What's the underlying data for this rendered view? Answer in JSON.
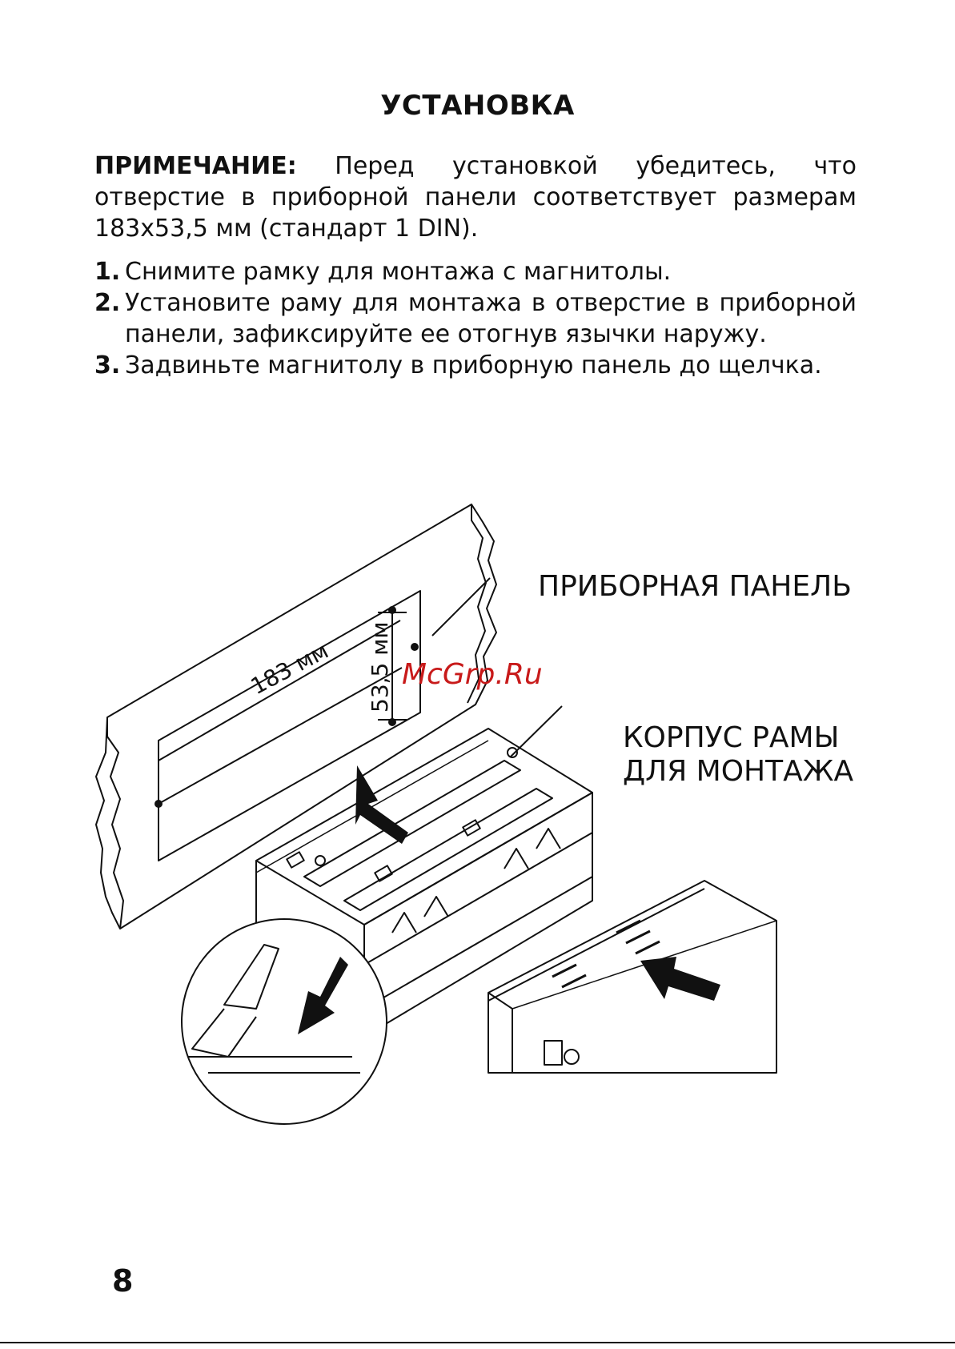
{
  "heading": "УСТАНОВКА",
  "note": {
    "label": "ПРИМЕЧАНИЕ:",
    "text": " Перед установкой убедитесь, что отверстие в приборной панели соответствует размерам 183x53,5 мм (стандарт 1 DIN)."
  },
  "steps": [
    {
      "num": "1.",
      "text": "Снимите рамку для монтажа с магнитолы."
    },
    {
      "num": "2.",
      "text": "Установите раму для монтажа в отверстие в приборной панели, зафиксируйте ее отогнув язычки наружу."
    },
    {
      "num": "3.",
      "text": "Задвиньте магнитолу в приборную панель до щелчка."
    }
  ],
  "illustration": {
    "callout_panel": "ПРИБОРНАЯ ПАНЕЛЬ",
    "callout_frame_line1": "КОРПУС РАМЫ",
    "callout_frame_line2": "ДЛЯ МОНТАЖА",
    "dim_width": "183 мм",
    "dim_height": "53,5 мм"
  },
  "watermark": "McGrp.Ru",
  "page_number": "8"
}
